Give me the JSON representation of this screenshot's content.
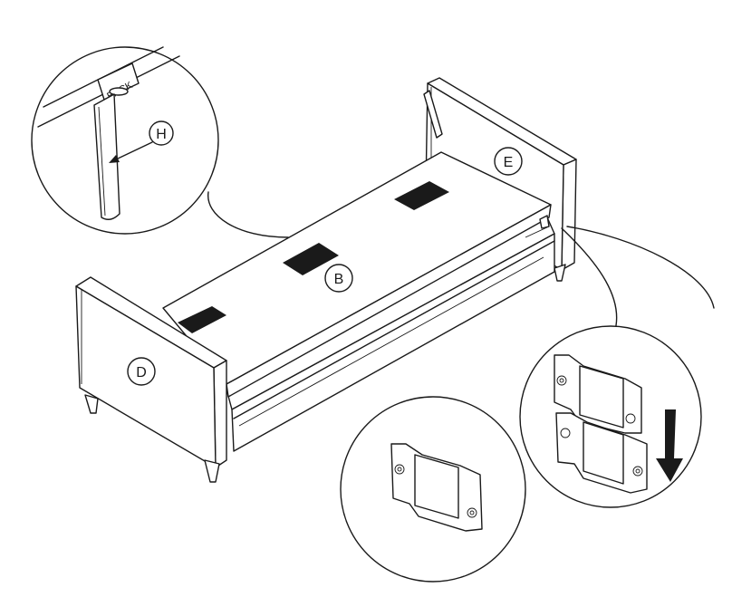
{
  "labels": {
    "back": "BACK",
    "h": "H",
    "e": "E",
    "b": "B",
    "d": "D"
  },
  "colors": {
    "line": "#1a1a1a",
    "pad": "#1a1a1a",
    "background": "#ffffff"
  }
}
